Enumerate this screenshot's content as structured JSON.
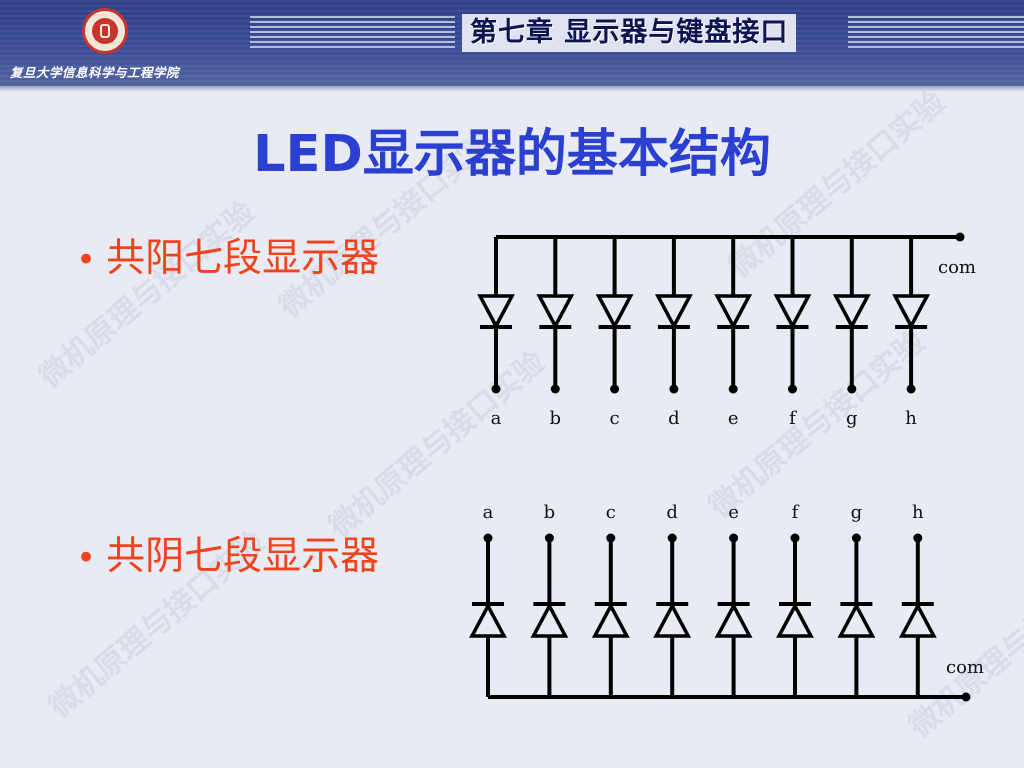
{
  "header": {
    "institution": "复旦大学信息科学与工程学院",
    "chapter_title": "第七章 显示器与键盘接口"
  },
  "watermark": {
    "text": "微机原理与接口实验"
  },
  "slide": {
    "title": "LED显示器的基本结构",
    "bullets": [
      {
        "marker": "•",
        "label": "共阳七段显示器"
      },
      {
        "marker": "•",
        "label": "共阴七段显示器"
      }
    ]
  },
  "common_anode": {
    "pins": [
      "a",
      "b",
      "c",
      "d",
      "e",
      "f",
      "g",
      "h"
    ],
    "common_label": "com"
  },
  "common_cathode": {
    "pins": [
      "a",
      "b",
      "c",
      "d",
      "e",
      "f",
      "g",
      "h"
    ],
    "common_label": "com"
  },
  "colors": {
    "title": "#2b3fd0",
    "bullet": "#f0431b",
    "header": "#2e3f86",
    "background": "#e8ebf3"
  }
}
